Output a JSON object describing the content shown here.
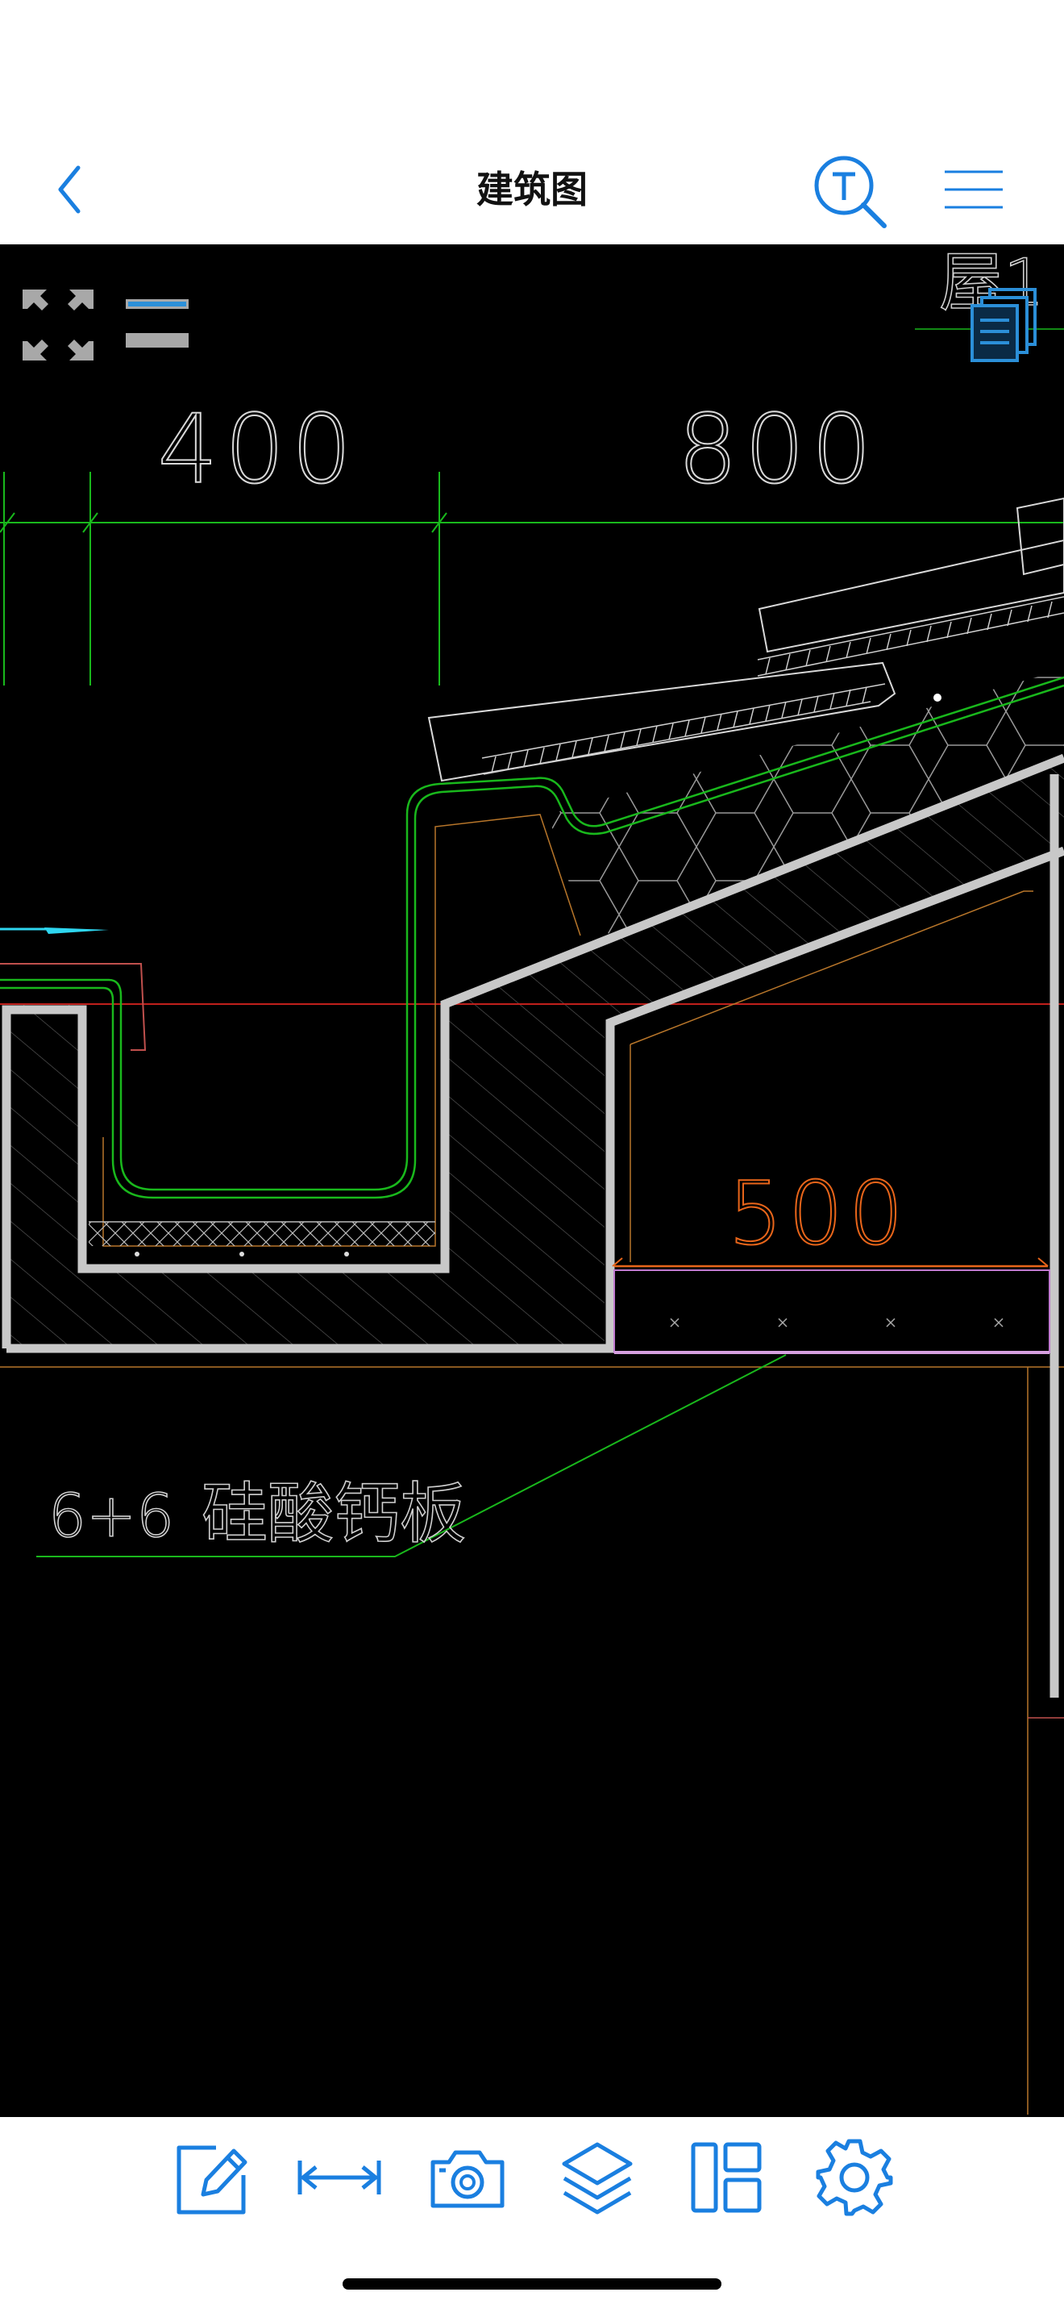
{
  "navbar": {
    "title": "建筑图",
    "back_icon": "chevron-left-icon",
    "text_search_icon": "text-search-icon",
    "menu_icon": "hamburger-menu-icon"
  },
  "drawing": {
    "dim_400": "400",
    "dim_800": "800",
    "dim_500": "500",
    "label_thickness": "6+6",
    "label_material": "硅酸钙板",
    "label_corner": "屋1"
  },
  "overlay": {
    "fullscreen_icon": "expand-arrows-icon",
    "layout_icon": "panel-layout-icon",
    "document_icon": "document-stack-icon"
  },
  "toolbar": {
    "items": [
      {
        "name": "annotate",
        "icon": "pencil-edit-icon"
      },
      {
        "name": "measure",
        "icon": "measure-arrow-icon"
      },
      {
        "name": "camera",
        "icon": "camera-icon"
      },
      {
        "name": "layers",
        "icon": "layers-icon"
      },
      {
        "name": "layout",
        "icon": "layout-panels-icon"
      },
      {
        "name": "settings",
        "icon": "gear-icon"
      }
    ]
  },
  "colors": {
    "accent": "#1a7fe0",
    "canvas": "#000000",
    "dim_green": "#19b81c",
    "dim_orange": "#e8651a",
    "wall_gray": "#c8c8c8"
  }
}
